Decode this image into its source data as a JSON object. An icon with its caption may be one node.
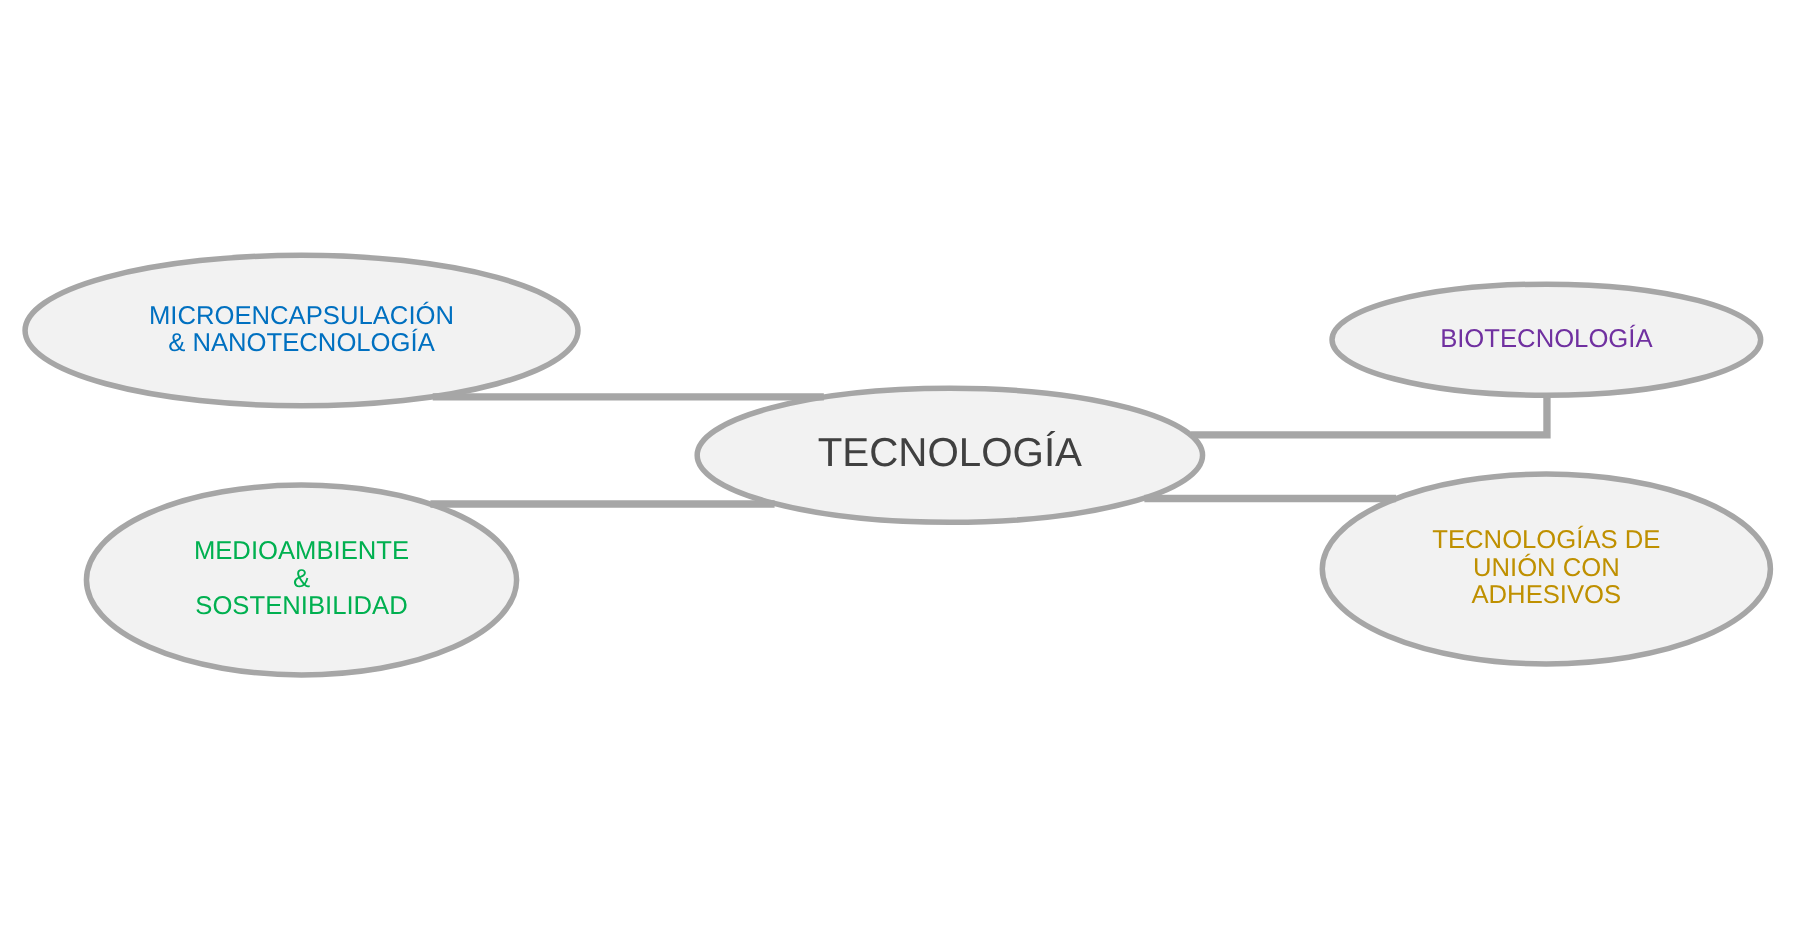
{
  "diagram": {
    "nodes": [
      {
        "text": [
          "MICROENCAPSULACIÓN & NANOTECNOLOGÍA"
        ]
      },
      {
        "text": [
          "BIOTECNOLOGÍA"
        ]
      },
      {
        "text": [
          "TECNOLOGÍA"
        ]
      },
      {
        "text": [
          "TECNOLOGÍAS DE UNIÓN CON ADHESIVOS"
        ]
      },
      {
        "text": [
          "MEDIOAMBIENTE & SOSTENIBILIDAD"
        ]
      }
    ],
    "edges": [
      {
        "from": 0,
        "to": 2,
        "arrow": "none"
      },
      {
        "from": 2,
        "to": 1,
        "arrow": "none"
      },
      {
        "from": 2,
        "to": 3,
        "arrow": "none"
      },
      {
        "from": 4,
        "to": 2,
        "arrow": "none"
      }
    ]
  }
}
